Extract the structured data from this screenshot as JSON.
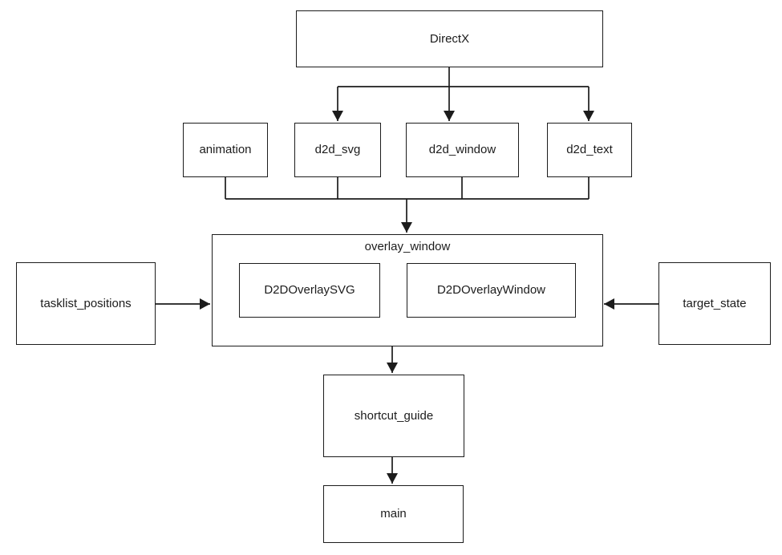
{
  "diagram": {
    "type": "dependency-flowchart",
    "colors": {
      "background": "#ffffff",
      "line": "#1c1c1c",
      "box_border": "#1c1c1c",
      "box_fill": "#ffffff",
      "text": "#1c1c1c"
    },
    "nodes": {
      "directx": {
        "label": "DirectX"
      },
      "animation": {
        "label": "animation"
      },
      "d2d_svg": {
        "label": "d2d_svg"
      },
      "d2d_window": {
        "label": "d2d_window"
      },
      "d2d_text": {
        "label": "d2d_text"
      },
      "overlay_window": {
        "label": "overlay_window"
      },
      "d2d_overlay_svg": {
        "label": "D2DOverlaySVG"
      },
      "d2d_overlay_window": {
        "label": "D2DOverlayWindow"
      },
      "tasklist_positions": {
        "label": "tasklist_positions"
      },
      "target_state": {
        "label": "target_state"
      },
      "shortcut_guide": {
        "label": "shortcut_guide"
      },
      "main": {
        "label": "main"
      }
    },
    "containment": [
      {
        "parent": "overlay_window",
        "children": [
          "d2d_overlay_svg",
          "d2d_overlay_window"
        ]
      }
    ],
    "edges": [
      {
        "from": "DirectX",
        "to": "d2d_svg",
        "arrow": "down"
      },
      {
        "from": "DirectX",
        "to": "d2d_window",
        "arrow": "down"
      },
      {
        "from": "DirectX",
        "to": "d2d_text",
        "arrow": "down"
      },
      {
        "from": "animation",
        "to": "overlay_window",
        "arrow": "down",
        "via": "merged-bus"
      },
      {
        "from": "d2d_svg",
        "to": "overlay_window",
        "arrow": "down",
        "via": "merged-bus"
      },
      {
        "from": "d2d_window",
        "to": "overlay_window",
        "arrow": "down",
        "via": "merged-bus"
      },
      {
        "from": "d2d_text",
        "to": "overlay_window",
        "arrow": "down",
        "via": "merged-bus"
      },
      {
        "from": "tasklist_positions",
        "to": "overlay_window",
        "arrow": "right"
      },
      {
        "from": "target_state",
        "to": "overlay_window",
        "arrow": "left"
      },
      {
        "from": "overlay_window",
        "to": "shortcut_guide",
        "arrow": "down"
      },
      {
        "from": "shortcut_guide",
        "to": "main",
        "arrow": "down"
      }
    ]
  }
}
